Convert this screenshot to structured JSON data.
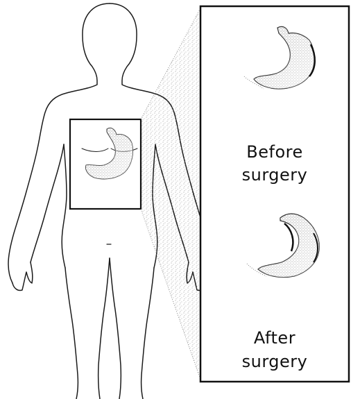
{
  "labels": {
    "before_line1": "Before",
    "before_line2": "surgery",
    "after_line1": "After",
    "after_line2": "surgery"
  },
  "colors": {
    "ink": "#1a1a1a",
    "stipple": "#7a7a7a",
    "background": "#ffffff"
  }
}
